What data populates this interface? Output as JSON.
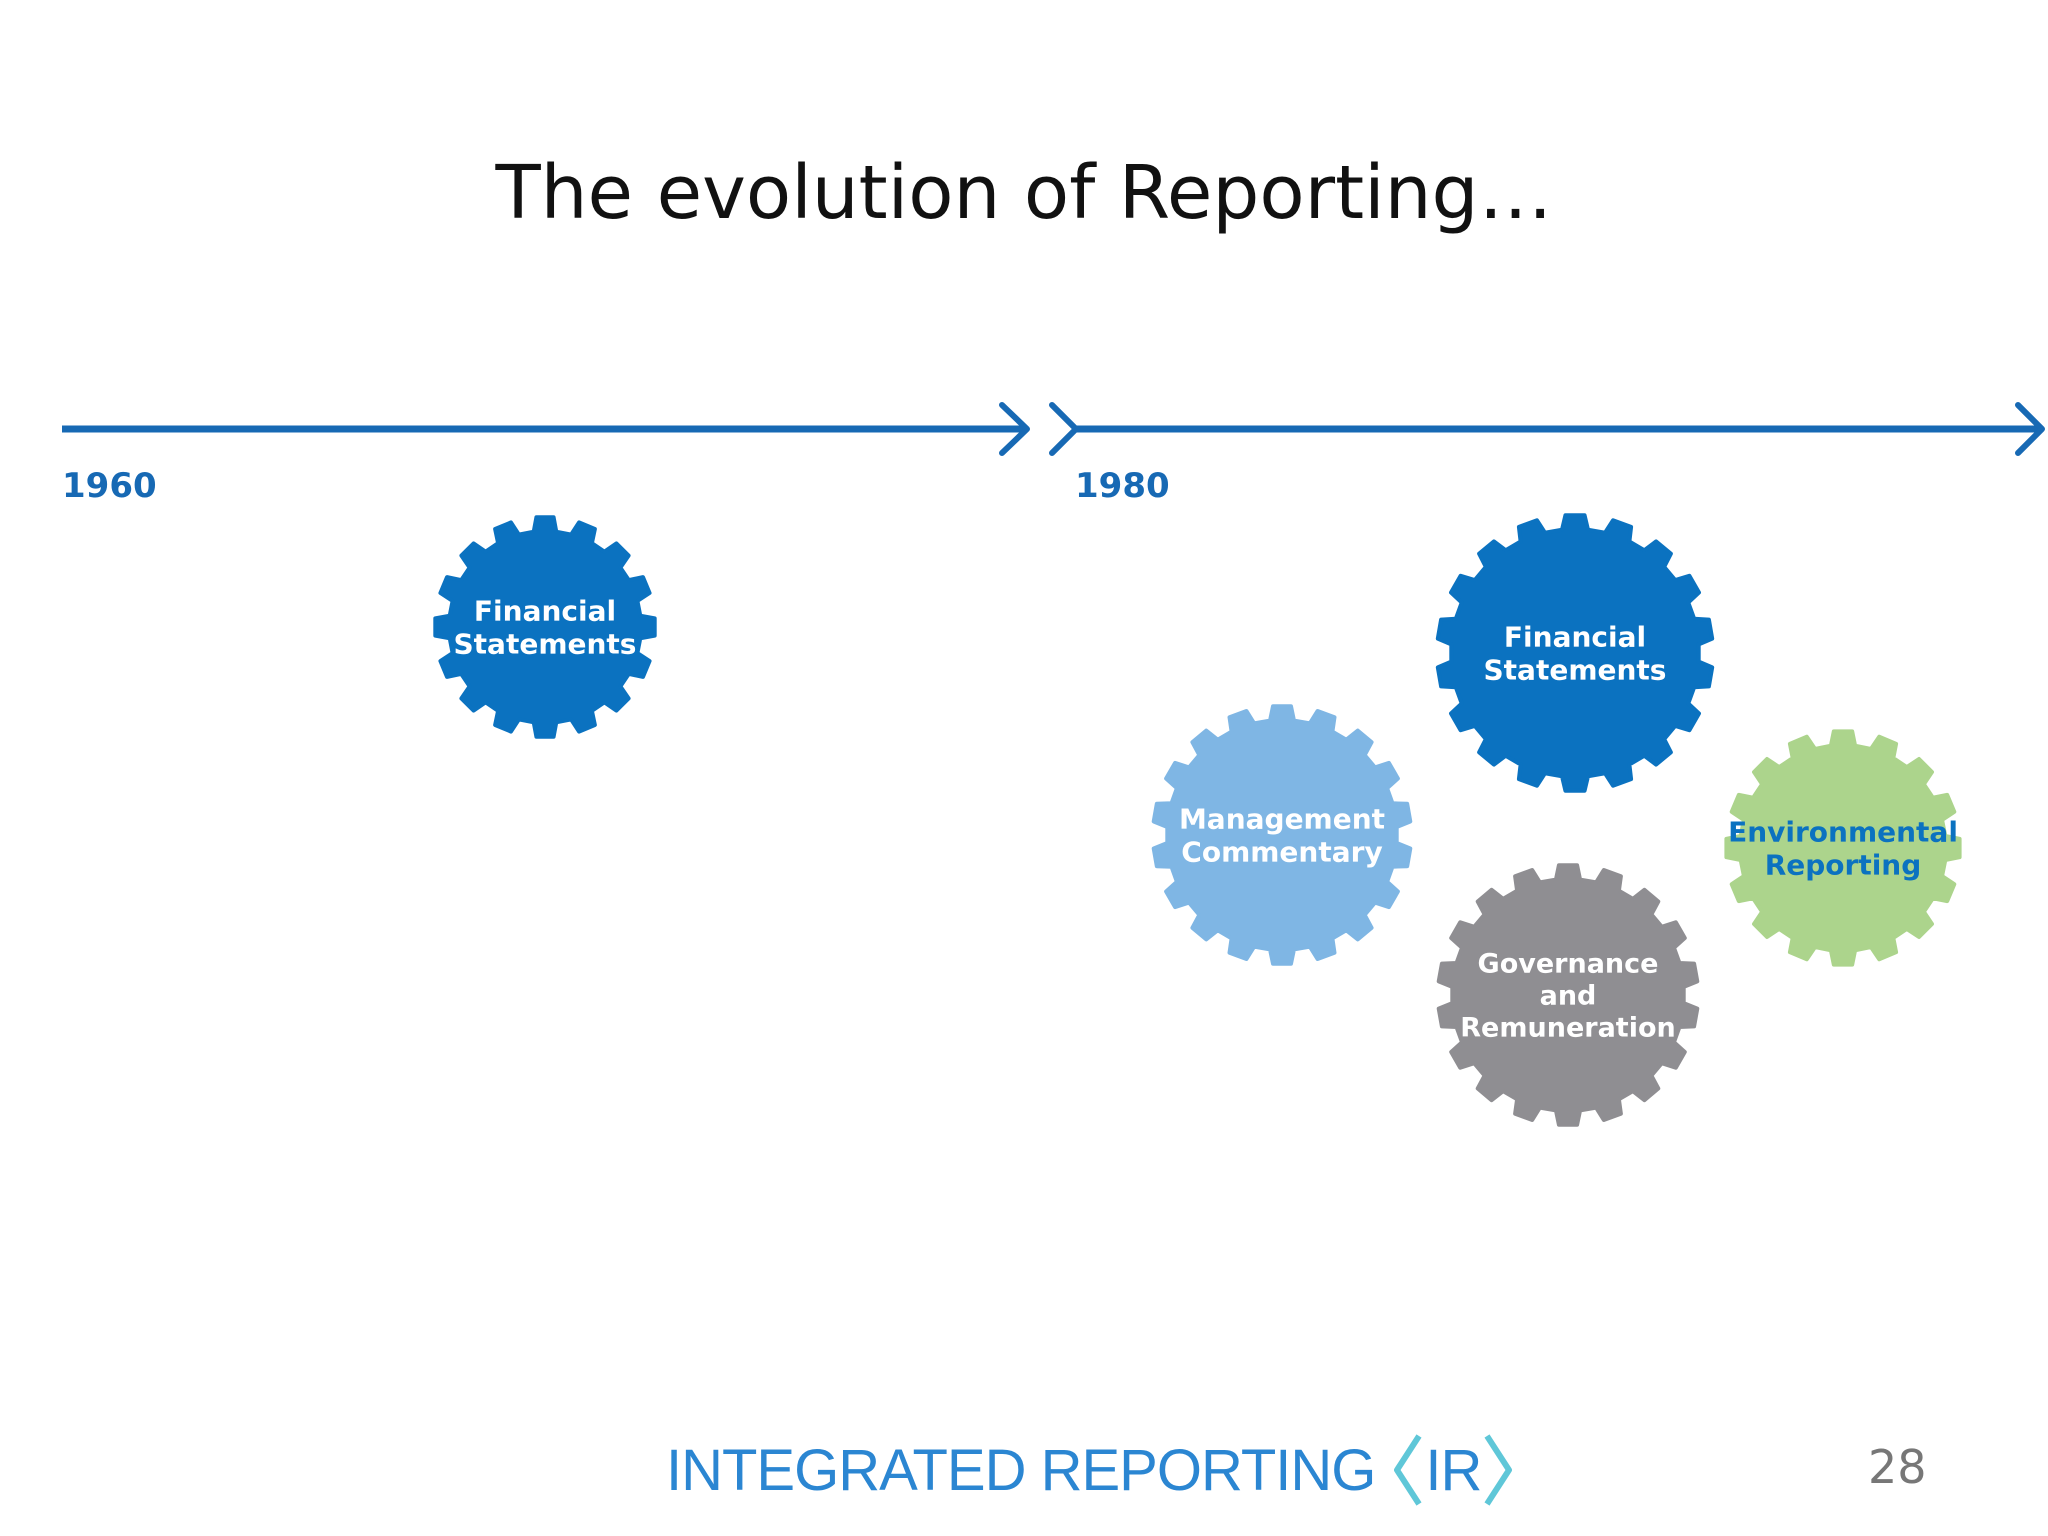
{
  "slide": {
    "title": "The evolution of Reporting…",
    "page_number": "28"
  },
  "timeline": {
    "years": [
      "1960",
      "1980"
    ]
  },
  "gears": [
    {
      "id": "fs-1960",
      "lines": [
        "Financial",
        "Statements"
      ],
      "color": "#0b72c0",
      "text_color": "#ffffff"
    },
    {
      "id": "fs-1980",
      "lines": [
        "Financial",
        "Statements"
      ],
      "color": "#0b72c0",
      "text_color": "#ffffff"
    },
    {
      "id": "mc",
      "lines": [
        "Management",
        "Commentary"
      ],
      "color": "#7fb6e4",
      "text_color": "#ffffff"
    },
    {
      "id": "env",
      "lines": [
        "Environmental",
        "Reporting"
      ],
      "color": "#acd48c",
      "text_color": "#0b72c0"
    },
    {
      "id": "gov",
      "lines": [
        "Governance",
        "and",
        "Remuneration"
      ],
      "color": "#8f8e92",
      "text_color": "#ffffff"
    }
  ],
  "footer": {
    "logo_text": "INTEGRATED REPORTING",
    "logo_mark": "IR"
  },
  "colors": {
    "timeline": "#1769b4",
    "logo": "#2b86d2",
    "logo_chevron": "#5fc7d8"
  }
}
